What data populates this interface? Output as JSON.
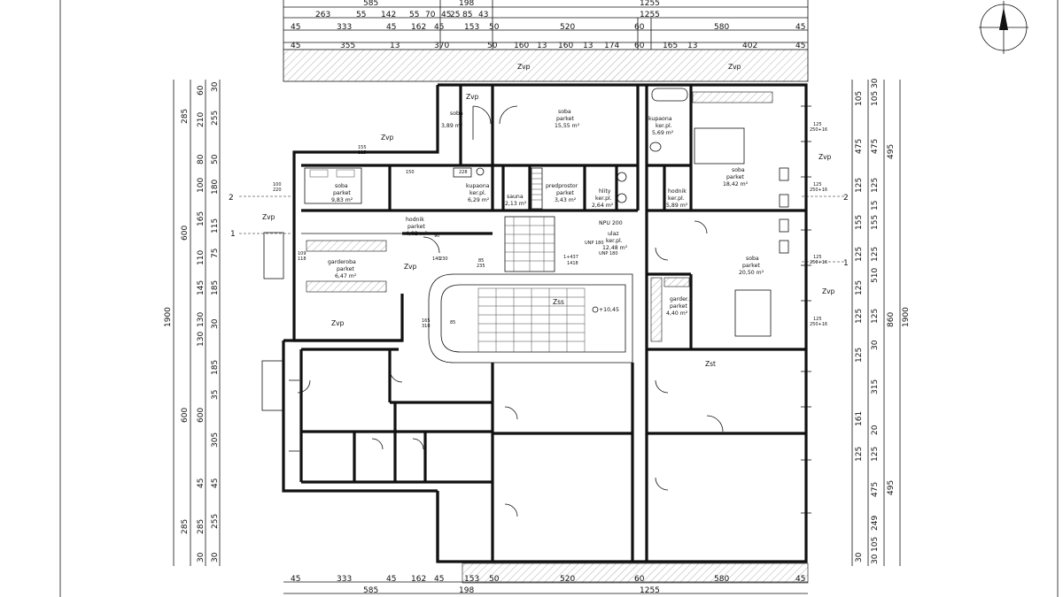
{
  "dims": {
    "top_row1": [
      "585",
      "198",
      "1255"
    ],
    "top_row2": [
      "263",
      "55",
      "142",
      "55",
      "70",
      "45",
      "25",
      "85",
      "43",
      "1255"
    ],
    "top_row3": [
      "45",
      "333",
      "45",
      "162",
      "45",
      "153",
      "50",
      "520",
      "60",
      "580",
      "45"
    ],
    "top_row4": [
      "45",
      "355",
      "13",
      "370",
      "50",
      "160",
      "13",
      "160",
      "13",
      "174",
      "60",
      "165",
      "13",
      "402",
      "45"
    ],
    "bottom_row1": [
      "45",
      "333",
      "45",
      "162",
      "45",
      "153",
      "50",
      "520",
      "60",
      "580",
      "45"
    ],
    "bottom_row2": [
      "585",
      "198",
      "1255"
    ],
    "left_col1": [
      "1900"
    ],
    "left_col2": [
      "285",
      "600",
      "600",
      "285"
    ],
    "left_col3": [
      "60",
      "210",
      "80",
      "100",
      "165",
      "110",
      "145",
      "130",
      "130",
      "600",
      "45",
      "285",
      "30"
    ],
    "left_col4": [
      "30",
      "255",
      "50",
      "180",
      "115",
      "75",
      "185",
      "30",
      "185",
      "35",
      "305",
      "45",
      "255",
      "30"
    ],
    "right_col1": [
      "1900"
    ],
    "right_col2": [
      "495",
      "860",
      "495"
    ],
    "right_col3": [
      "30",
      "105",
      "475",
      "125",
      "15",
      "155",
      "125",
      "510",
      "125",
      "30",
      "315",
      "20",
      "125",
      "475",
      "249",
      "105",
      "30"
    ],
    "right_col4": [
      "105",
      "475",
      "125",
      "155",
      "125",
      "125",
      "125",
      "125",
      "161",
      "125",
      "30"
    ]
  },
  "section_marks": [
    "1",
    "2"
  ],
  "zvp_label": "Zvp",
  "zss_label": "Zss",
  "zst_label": "Zst",
  "rooms": [
    {
      "name": "soba",
      "floor": "parket",
      "area": "9,83 m²"
    },
    {
      "name": "garderoba",
      "floor": "parket",
      "area": "6,47 m²"
    },
    {
      "name": "hodnik",
      "floor": "parket",
      "area": "4,02 m²"
    },
    {
      "name": "kupaona",
      "floor": "ker.pl.",
      "area": "6,29 m²"
    },
    {
      "name": "sauna",
      "floor": "",
      "area": "2,13 m²"
    },
    {
      "name": "predprostor",
      "floor": "parket",
      "area": "3,43 m²"
    },
    {
      "name": "soba",
      "floor": "",
      "area": "3,89 m²"
    },
    {
      "name": "soba",
      "floor": "parket",
      "area": "15,55 m²"
    },
    {
      "name": "hlity",
      "floor": "ker.pl.",
      "area": "2,64 m²"
    },
    {
      "name": "ulaz",
      "floor": "ker.pl.",
      "area": "12,48 m²"
    },
    {
      "name": "kupaona",
      "floor": "ker.pl.",
      "area": "5,69 m²"
    },
    {
      "name": "hodnik",
      "floor": "ker.pl.",
      "area": "5,89 m²"
    },
    {
      "name": "soba",
      "floor": "parket",
      "area": "18,42 m²"
    },
    {
      "name": "soba",
      "floor": "parket",
      "area": "20,50 m²"
    },
    {
      "name": "garder.",
      "floor": "parket",
      "area": "4,40 m²"
    }
  ],
  "annotations": {
    "npu": "NPU 200",
    "level": "+10,45",
    "door_notes": [
      "155",
      "115",
      "150",
      "228",
      "100",
      "220",
      "90",
      "85",
      "235",
      "165",
      "310",
      "85",
      "140",
      "230",
      "109",
      "118"
    ],
    "window_notes": [
      "125",
      "250+16",
      "125",
      "250+16",
      "125",
      "250+16",
      "125",
      "250+16"
    ],
    "unp": [
      "UNP 180",
      "UNP 180",
      "1+437",
      "1418"
    ]
  }
}
